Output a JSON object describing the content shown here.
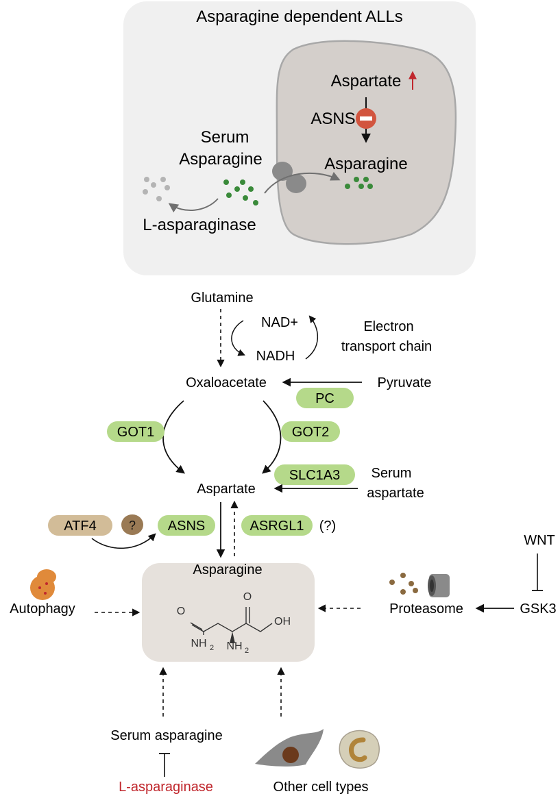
{
  "panel": {
    "title": "Asparagine dependent ALLs",
    "cell_aspartate": "Aspartate",
    "cell_enzyme": "ASNS",
    "cell_asparagine": "Asparagine",
    "serum_line1": "Serum",
    "serum_line2": "Asparagine",
    "enzyme_out": "L-asparaginase"
  },
  "pathway": {
    "glutamine": "Glutamine",
    "nad_plus": "NAD+",
    "nadh": "NADH",
    "etc_line1": "Electron",
    "etc_line2": "transport chain",
    "oxaloacetate": "Oxaloacetate",
    "pyruvate": "Pyruvate",
    "pc": "PC",
    "got1": "GOT1",
    "got2": "GOT2",
    "slc1a3": "SLC1A3",
    "serum_asp_line1": "Serum",
    "serum_asp_line2": "aspartate",
    "aspartate": "Aspartate",
    "atf4": "ATF4",
    "unknown": "?",
    "asns": "ASNS",
    "asrgl1": "ASRGL1",
    "asrgl1_q": "(?)",
    "wnt": "WNT",
    "asparagine": "Asparagine",
    "chem_o1": "O",
    "chem_o2": "O",
    "chem_oh": "OH",
    "chem_nh2a": "NH",
    "chem_nh2b": "NH",
    "chem_sub": "2",
    "autophagy": "Autophagy",
    "proteasome": "Proteasome",
    "gsk3": "GSK3",
    "serum_asparagine": "Serum asparagine",
    "l_asparaginase": "L-asparaginase",
    "other_cells": "Other cell types"
  },
  "colors": {
    "panel_bg": "#f0f0f0",
    "cell_fill": "#d4cfcb",
    "enzyme_green": "#b5d98a",
    "tan_pill": "#d2bc98",
    "inhibitor_red": "#d2553f",
    "highlight_red": "#c0272d",
    "dot_green": "#3a8a3a",
    "dot_grey": "#b4b4b4"
  }
}
